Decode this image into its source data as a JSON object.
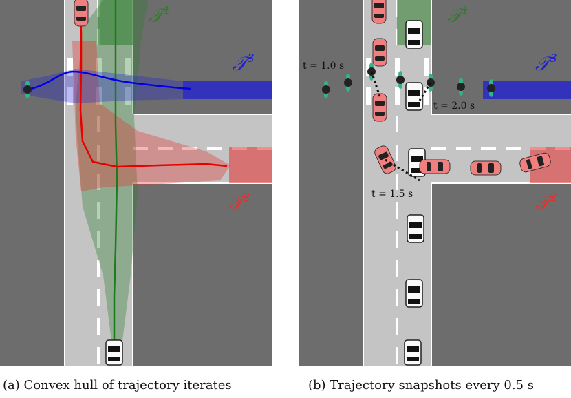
{
  "figure": {
    "panel_a": {
      "caption": "(a) Convex hull of trajectory iterates",
      "labels": {
        "t1_base": "𝒯",
        "t1_sup": "1",
        "t2_base": "𝒯",
        "t2_sup": "2",
        "t3_base": "𝒯",
        "t3_sup": "3"
      }
    },
    "panel_b": {
      "caption": "(b) Trajectory snapshots every 0.5 s",
      "labels": {
        "t1_base": "𝒯",
        "t1_sup": "1",
        "t2_base": "𝒯",
        "t2_sup": "2",
        "t3_base": "𝒯",
        "t3_sup": "3"
      },
      "time_annotations": {
        "t10": "t = 1.0 s",
        "t15": "t = 1.5 s",
        "t20": "t = 2.0 s"
      }
    },
    "colors": {
      "asphalt": "#c4c4c4",
      "block": "#6d6d6d",
      "target1": "#2e7d2e",
      "target2": "#e53030",
      "target3": "#1f1fd6",
      "red_car": "#f08080",
      "pedestrian": "#2fb58a"
    }
  }
}
